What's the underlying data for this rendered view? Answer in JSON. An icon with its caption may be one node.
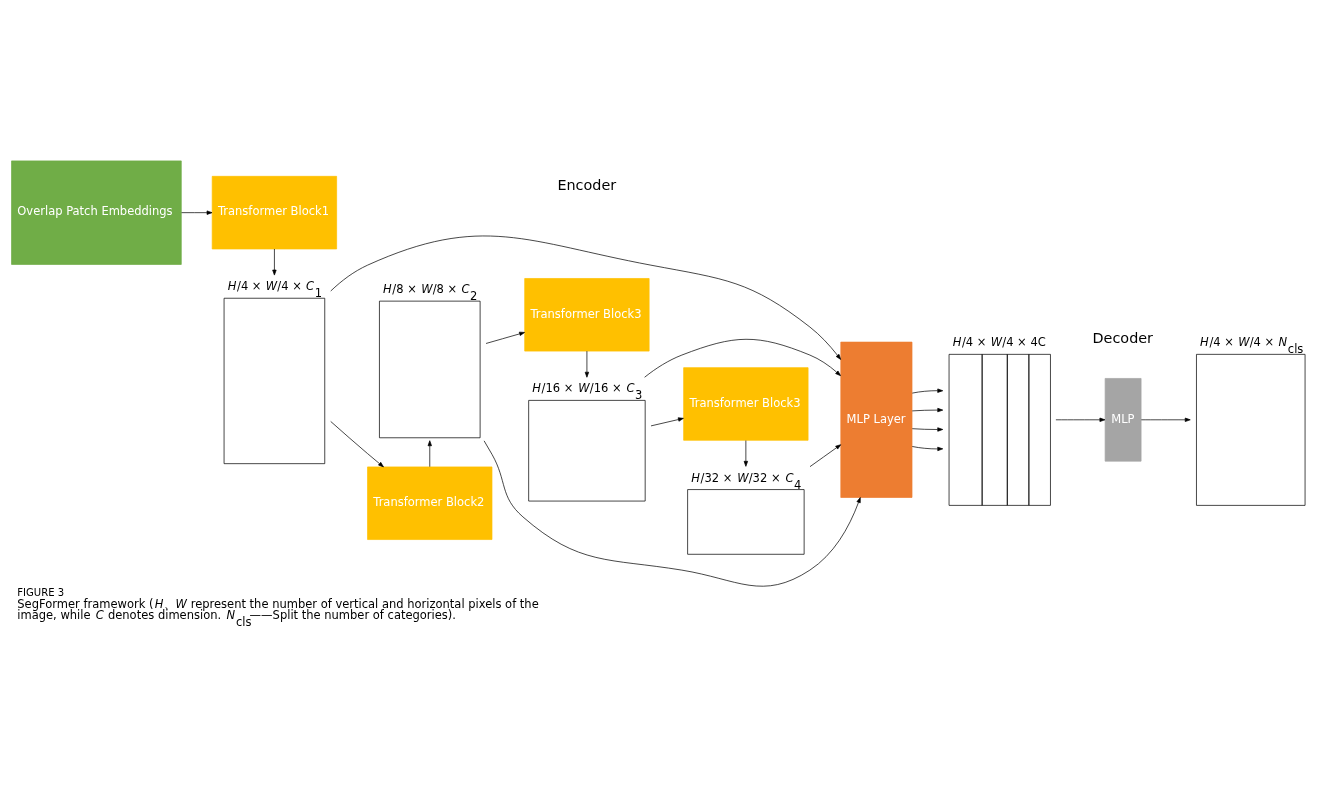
{
  "diagram": {
    "title": "FIGURE 3",
    "caption": "SegFormer framework (*H*、*W* represent the number of vertical and horizontal pixels of the image, while *C* denotes dimension. *N*$_{cls}$——Split the number of categories).",
    "nodes": [
      {
        "text": [
          "Overlap Patch Embeddings"
        ]
      },
      {
        "text": [
          "Transformer Block1"
        ]
      },
      {
        "text": [
          "Transformer Block2"
        ]
      },
      {
        "text": [
          "Transformer Block3"
        ]
      },
      {
        "text": [
          "Transformer Block3"
        ]
      },
      {
        "text": [],
        "shape": "bar",
        "beside": [
          "*H*/4 × *W*/4 × *C*$_{1}$"
        ]
      },
      {
        "text": [],
        "shape": "bar",
        "beside": [
          "*H*/8 × *W*/8 × *C*$_{2}$"
        ]
      },
      {
        "text": [],
        "shape": "bar",
        "beside": [
          "*H*/16 × *W*/16 × *C*$_{3}$"
        ]
      },
      {
        "text": [],
        "shape": "bar",
        "beside": [
          "*H*/32 × *W*/32 × *C*$_{4}$"
        ]
      },
      {
        "text": [
          "MLP Layer"
        ]
      },
      {
        "text": [],
        "shape": "bar",
        "beside": [
          "*H*/4 × *W*/4 × 4C"
        ]
      },
      {
        "text": [
          "MLP"
        ]
      },
      {
        "text": [],
        "shape": "bar",
        "beside": [
          "*H*/4 × *W*/4 × *N*$_{cls}$"
        ]
      }
    ],
    "edges": [
      {
        "from": 0,
        "to": 1,
        "arrow": "to"
      },
      {
        "from": 1,
        "to": 5,
        "arrow": "to"
      },
      {
        "from": 5,
        "to": 2,
        "arrow": "to"
      },
      {
        "from": 2,
        "to": 6,
        "arrow": "to"
      },
      {
        "from": 6,
        "to": 3,
        "arrow": "to"
      },
      {
        "from": 3,
        "to": 7,
        "arrow": "to"
      },
      {
        "from": 7,
        "to": 4,
        "arrow": "to"
      },
      {
        "from": 4,
        "to": 8,
        "arrow": "to"
      },
      {
        "from": 5,
        "to": 9,
        "arrow": "to"
      },
      {
        "from": 6,
        "to": 9,
        "arrow": "to"
      },
      {
        "from": 7,
        "to": 9,
        "arrow": "to"
      },
      {
        "from": 8,
        "to": 9,
        "arrow": "to"
      },
      {
        "from": 9,
        "to": 10,
        "arrow": "to"
      },
      {
        "from": 9,
        "to": 10,
        "arrow": "to"
      },
      {
        "from": 9,
        "to": 10,
        "arrow": "to"
      },
      {
        "from": 9,
        "to": 10,
        "arrow": "to"
      },
      {
        "from": 10,
        "to": 11,
        "arrow": "to"
      },
      {
        "from": 11,
        "to": 12,
        "arrow": "to"
      }
    ],
    "labels": [
      "Encoder",
      "Decoder"
    ]
  }
}
